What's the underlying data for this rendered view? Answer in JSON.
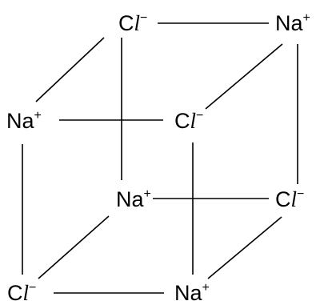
{
  "ions": [
    {
      "element": "Cl",
      "charge": "−"
    },
    {
      "element": "Na",
      "charge": "+"
    },
    {
      "element": "Na",
      "charge": "+"
    },
    {
      "element": "Cl",
      "charge": "−"
    },
    {
      "element": "Na",
      "charge": "+"
    },
    {
      "element": "Cl",
      "charge": "−"
    },
    {
      "element": "Cl",
      "charge": "−"
    },
    {
      "element": "Na",
      "charge": "+"
    }
  ]
}
